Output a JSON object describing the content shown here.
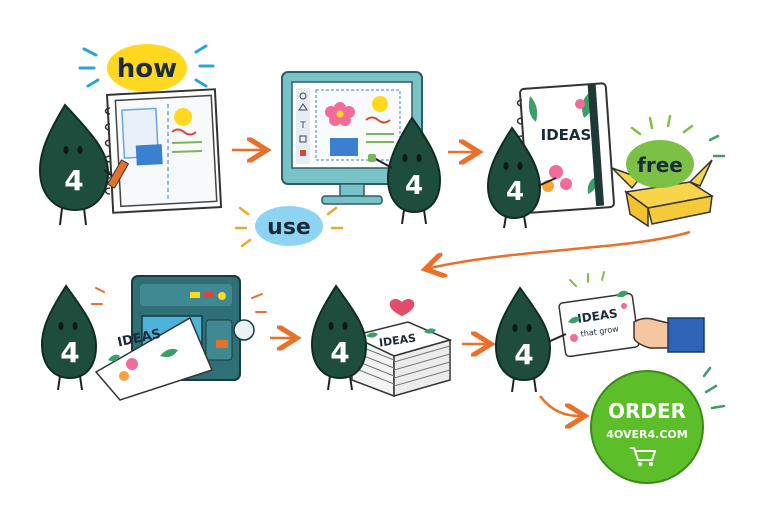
{
  "bubbles": {
    "how": "how",
    "use": "use",
    "free": "free"
  },
  "mascot_label": "4",
  "notebook_cover_text": "IDEAS",
  "printed_sheet_text": "IDEAS",
  "stack_text": "IDEAS",
  "card": {
    "line1": "IDEAS",
    "line2": "that grow"
  },
  "order_badge": {
    "title": "ORDER",
    "site": "4OVER4.COM",
    "icon": "cart-icon"
  },
  "colors": {
    "mascot": "#1e4d3e",
    "arrow": "#e9702a",
    "how_bubble": "#ffd81f",
    "use_bubble": "#8fd3f2",
    "free_bubble": "#7cc146",
    "order_badge": "#5cbf2a",
    "monitor": "#79c3c8",
    "printer": "#2f6f76",
    "heart": "#e24b6a",
    "box": "#f2c230"
  }
}
